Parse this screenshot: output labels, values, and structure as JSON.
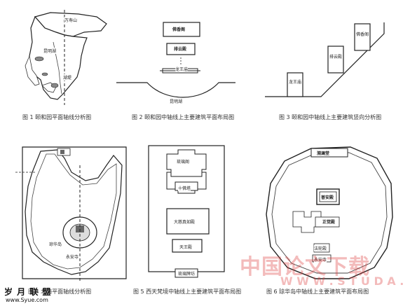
{
  "figures": [
    {
      "caption": "图 1   颐和园平面轴线分析图",
      "labels": {
        "top": "万寿山",
        "middle": "昆明湖",
        "bottom": "湖堤"
      }
    },
    {
      "caption": "图 2   颐和园中轴线上主要建筑平面布局图",
      "labels": {
        "top": "佛香阁",
        "hall": "排云殿",
        "gate": "龙王庙",
        "lake": "昆明湖"
      }
    },
    {
      "caption": "图 3   颐和园中轴线上主要建筑竖向分析图",
      "labels": {
        "low": "龙王庙",
        "mid": "排云殿",
        "high": "佛香阁"
      }
    },
    {
      "caption": "图 4   北海平面轴线分析图",
      "labels": {
        "island": "琼华岛",
        "temple": "永安寺"
      }
    },
    {
      "caption": "图 5   西天梵境中轴线上主要建筑平面布局图",
      "labels": {
        "a": "琉璃阁",
        "b": "十佛塔",
        "c": "大慈真如殿",
        "d": "天王殿",
        "e": "琉璃牌坊"
      }
    },
    {
      "caption": "图 6   琼华岛中轴线上主要建筑平面布局图",
      "labels": {
        "a": "漪澜堂",
        "b": "普安殿",
        "c": "正觉殿",
        "d": "法轮殿",
        "e": "永安寺"
      }
    }
  ],
  "watermark": {
    "left_cn": "岁 月 联 盟",
    "left_url": "www.Syue.com",
    "right_cn": "中国论文下载",
    "right_url": "W W W . S T U D A ."
  }
}
